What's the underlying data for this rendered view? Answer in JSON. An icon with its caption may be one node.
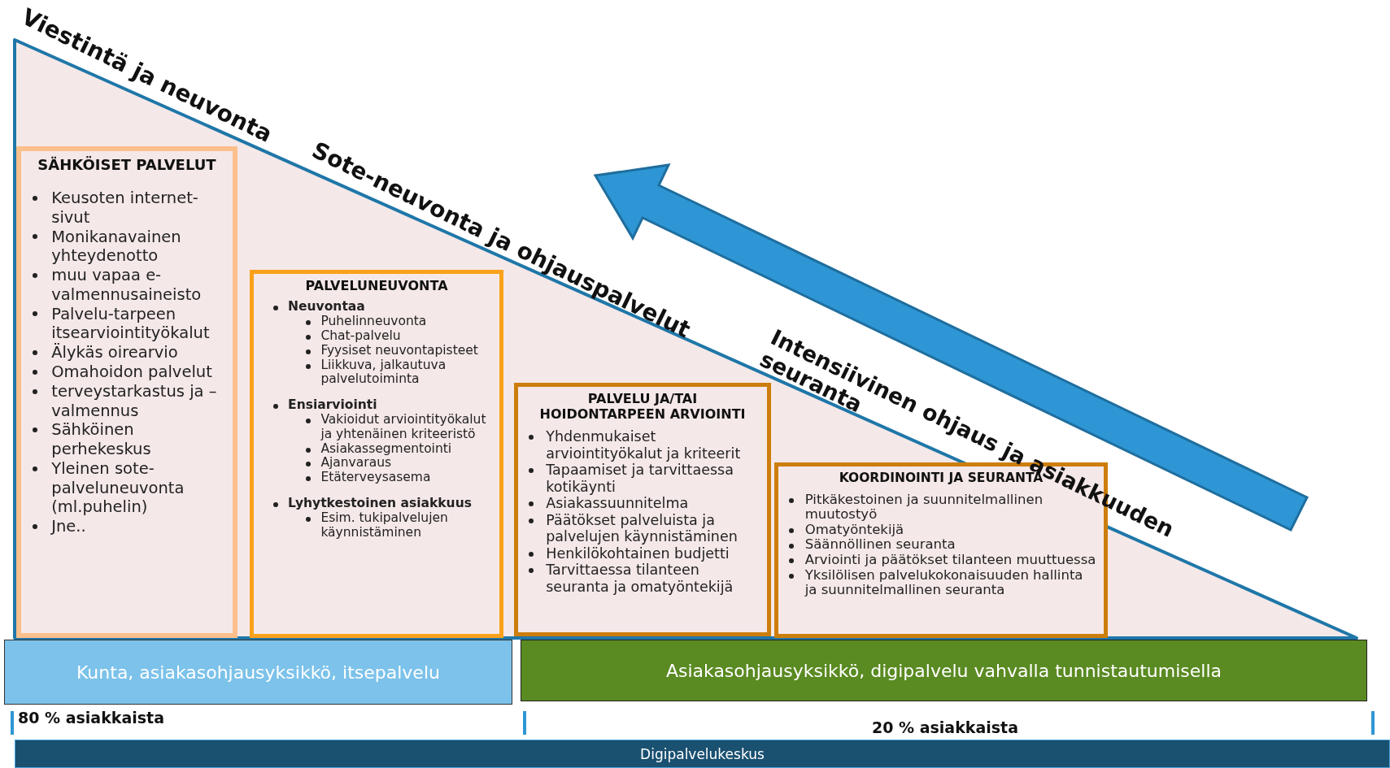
{
  "diagram": {
    "nodes": [
      {
        "text": [
          "SÄHKÖISET PALVELUT",
          "Keusoten internet-sivut",
          "Monikanavainen yhteydenotto",
          "muu vapaa e-valmennusaineisto",
          "Palvelu-tarpeen itsearviointityökalut",
          "Älykäs oirearvio",
          "Omahoidon palvelut",
          "terveystarkastus ja –valmennus",
          "Sähköinen perhekeskus",
          "Yleinen sote-palveluneuvonta (ml.puhelin)",
          "Jne.."
        ]
      },
      {
        "text": [
          "PALVELUNEUVONTA",
          "Neuvontaa",
          "Puhelinneuvonta",
          "Chat-palvelu",
          "Fyysiset neuvontapisteet",
          "Liikkuva, jalkautuva palvelutoiminta",
          "Ensiarviointi",
          "Vakioidut arviointityökalut ja yhtenäinen kriteeristö",
          "Asiakassegmentointi",
          "Ajanvaraus",
          "Etäterveysasema",
          "Lyhytkestoinen asiakkuus",
          "Esim. tukipalvelujen käynnistäminen"
        ]
      },
      {
        "text": [
          "PALVELU JA/TAI HOIDONTARPEEN ARVIOINTI",
          "Yhdenmukaiset arviointityökalut  ja kriteerit",
          "Tapaamiset ja tarvittaessa kotikäynti",
          "Asiakassuunnitelma",
          "Päätökset palveluista ja palvelujen käynnistäminen",
          "Henkilökohtainen budjetti",
          "Tarvittaessa tilanteen seuranta ja omatyöntekijä"
        ]
      },
      {
        "text": [
          "KOORDINOINTI JA SEURANTA",
          "Pitkäkestoinen ja suunnitelmallinen muutostyö",
          "Omatyöntekijä",
          "Säännöllinen seuranta",
          "Arviointi ja päätökset tilanteen muuttuessa",
          "Yksilölisen palvelukokonaisuuden hallinta ja suunnitelmallinen seuranta"
        ]
      },
      {
        "text": [
          "Kunta, asiakasohjausyksikkö, itsepalvelu"
        ]
      },
      {
        "text": [
          "Asiakasohjausyksikkö, digipalvelu vahvalla tunnistautumisella"
        ]
      },
      {
        "text": [
          "Digipalvelukeskus"
        ]
      }
    ],
    "edges": [],
    "labels": [
      "Viestintä ja neuvonta",
      "Sote-neuvonta ja ohjauspalvelut",
      "Intensiivinen ohjaus ja asiakkuuden seuranta",
      "80 % asiakkaista",
      "20 % asiakkaista"
    ]
  }
}
